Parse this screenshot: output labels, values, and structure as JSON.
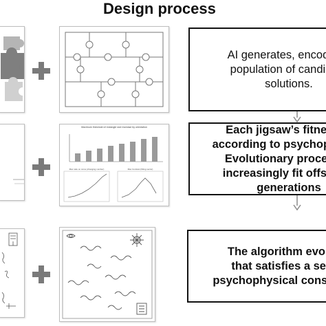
{
  "title": "Design process",
  "steps": [
    {
      "lines": [
        "AI generates, encodes a",
        "population of candidate",
        "solutions."
      ]
    },
    {
      "lines": [
        "Each jigsaw’s fitness is",
        "according to psychophysics",
        "Evolutionary processes",
        "increasingly fit offspring",
        "generations"
      ]
    },
    {
      "lines": [
        "The algorithm evolves",
        "that satisfies a set of",
        "psychophysical constraints"
      ]
    }
  ],
  "chart_panel": {
    "title": "Maximum threshold of rectangle size increase by orientation",
    "subplot_titles": [
      "Max ratio on curve (changing number)",
      "Max Contrast (fitting vector)"
    ]
  },
  "colors": {
    "border": "#111111",
    "plus": "#7a7a7a",
    "arrow": "#8a8a8a",
    "bars": "#9a9a9a"
  }
}
